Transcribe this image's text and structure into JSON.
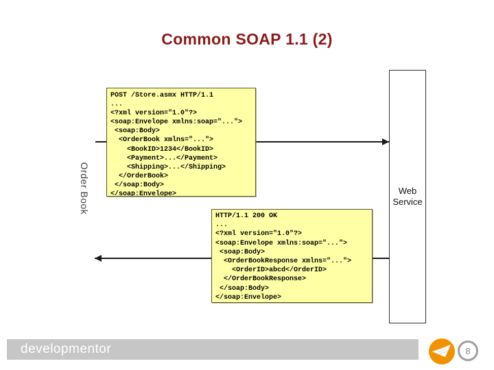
{
  "title": "Common SOAP 1.1 (2)",
  "diagram": {
    "left_actor_label": "Order Book",
    "right_actor_label": "Web Service",
    "request_message": "POST /Store.asmx HTTP/1.1\n...\n<?xml version=\"1.0\"?>\n<soap:Envelope xmlns:soap=\"...\">\n <soap:Body>\n  <OrderBook xmlns=\"...\">\n    <BookID>1234</BookID>\n    <Payment>...</Payment>\n    <Shipping>...</Shipping>\n  </OrderBook>\n </soap:Body>\n</soap:Envelope>",
    "response_message": "HTTP/1.1 200 OK\n...\n<?xml version=\"1.0\"?>\n<soap:Envelope xmlns:soap=\"...\">\n <soap:Body>\n  <OrderBookResponse xmlns=\"...\">\n    <OrderID>abcd</OrderID>\n  </OrderBookResponse>\n </soap:Body>\n</soap:Envelope>"
  },
  "footer": {
    "brand": "developmentor",
    "page_number": "8"
  },
  "colors": {
    "title_text": "#8b1a1a",
    "code_box_bg": "#ffffa6",
    "footer_bar": "#c6c6c6",
    "logo_orange": "#f39200",
    "arrow": "#1a1a1a"
  }
}
